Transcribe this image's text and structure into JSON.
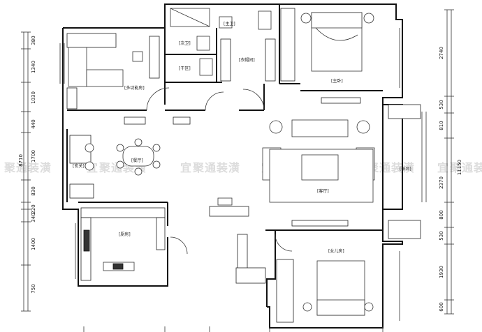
{
  "rooms": {
    "multi_function": "[多功能房]",
    "master_bathroom": "[主卫]",
    "guest_bathroom": "[次卫]",
    "dry_area": "[干区]",
    "cloakroom": "[衣帽间]",
    "master_bedroom": "[主卧]",
    "dining": "[餐厅]",
    "living": "[客厅]",
    "balcony": "[阳台]",
    "kitchen": "[厨房]",
    "daughter_room": "[女儿房]",
    "entrance": "[玄关]"
  },
  "dimensions": {
    "left": [
      "380",
      "1340",
      "1030",
      "440",
      "1700",
      "830",
      "220",
      "340",
      "1400",
      "750"
    ],
    "left_total": "8710",
    "right": [
      "2740",
      "530",
      "810",
      "2370",
      "800",
      "530",
      "1930",
      "600"
    ],
    "right_total": "11150"
  },
  "watermark": {
    "glyph": "宜",
    "text": "聚通装潢"
  }
}
